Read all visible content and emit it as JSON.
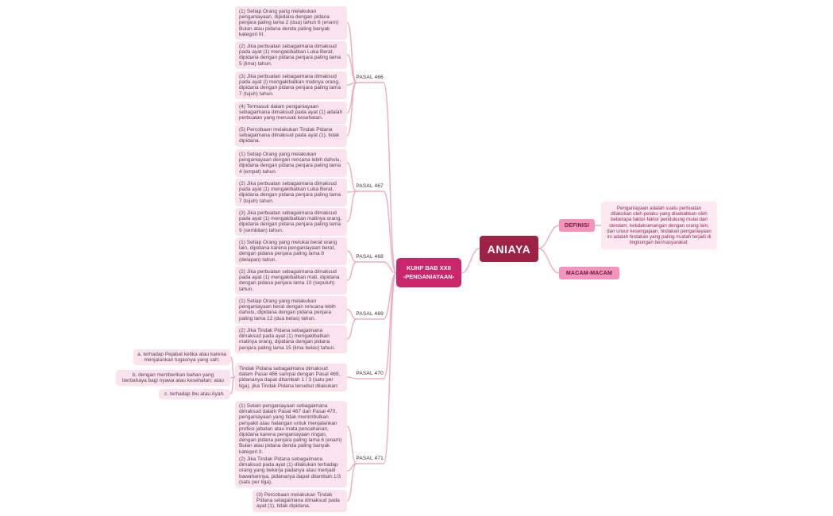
{
  "colors": {
    "root_bg": "#9e2146",
    "branch_bg": "#c9266b",
    "pink_label_bg": "#f493bb",
    "content_box_bg": "#fbe3ee",
    "content_text": "#59414a",
    "connector_line": "#efaac4"
  },
  "root": {
    "label": "ANIAYA"
  },
  "branch": {
    "line1": "KUHP BAB XXII",
    "line2": "-PENGANIAYAAN-"
  },
  "definisi": {
    "label": "DEFINISI",
    "text": "Penganiayaan adalah suatu perbuatan dilakukan oleh pelaku yang disebabkan oleh beberapa faktor-faktor pendukung mulai dari dendam, ketidaksenangan dengan orang lain, dan unsur kesengajaan, tindakan penganiayaan ini adalah tindakan yang paling mudah terjadi di lingkungan bermasyarakat."
  },
  "macam": {
    "label": "MACAM-MACAM"
  },
  "pasal466": {
    "label": "PASAL 466",
    "items": [
      "(1) Setiap Orang yang melakukan penganiayaan, dipidana dengan pidana penjara paling lama 2 (dua) tahun 6 (enam) Bulan atau pidana denda paling banyak kategori III.",
      "(2) Jika perbuatan sebagaimana dimaksud pada ayat (1) mengakibatkan Luka Berat, dipidana dengan pidana penjara paling lama 5 (lima) tahun.",
      "(3) Jika perbuatan sebagaimana dimaksud pada ayat (i) mengakibatkan matinya orang, dipidana dengan pidana penjara paling lama 7 (tujuh) tahun.",
      "(4) Termasuk dalam penganiayaan sebagaimana dimaksud pada ayat (1) adalah perbuatan yang merusak kesehatan.",
      "(5) Percobaan melakukan Tindak Pidana sebagaimana dimaksud pada ayat (1), tidak dipidana."
    ]
  },
  "pasal467": {
    "label": "PASAL 467",
    "items": [
      "(1) Setiap Orang yang melakukan penganiayaan dengan rencana lebih dahulu, dipidana dengan pidana penjara paling lama 4 (empat) tahun.",
      "(2) Jika perbuatan sebagaimana dimaksud pada ayat (1) mengakibatkan Luka Berat, dipidana dengan pidana penjara paling lama 7 (tujuh) tahun.",
      "(3) Jika perbuatan sebagaimana dimaksud pada ayat (1) mengakibatkan matinya orang, dipidana dengan pidana penjara paling lama 9 (sembilan) tahun."
    ]
  },
  "pasal468": {
    "label": "PASAL 468",
    "items": [
      "(1) Setiap Orang yang melukai berat orang lain, dipidana karena penganiayaan berat, dengan pidana penjara paling lama 8 (delapan) tahun.",
      "(2) Jika perbuatan sebagaimana dimaksud pada ayat (1) mengakibatkan mati, dipidana dengan pidana penjara lama 10 (sepuluh) tahun."
    ]
  },
  "pasal469": {
    "label": "PASAL 469",
    "items": [
      "(1) Setiap Orang yang melakukan penganiayaan berat dengan rencana lebih dahulu, dipidana dengan pidana penjara paling lama 12 (dua belas) tahun.",
      "(2) Jika Tindak Pidana sebagaimana dimaksud pada ayat (1) mengakibatkan matinya orang, dipidana dengan pidana penjara paling lama 15 (lima belas) tahun."
    ]
  },
  "pasal470": {
    "label": "PASAL 470",
    "main": "Tindak Pidana sebagaimana dimaksud dalam Pasal 466 sampai dengan Pasal 469, pidananya dapat ditambah 1 / 3 (satu per tiga), jika Tindak Pidana tersebut dilakukan:",
    "subs": [
      "a. terhadap Pejabat ketika atau karena menjalankan tugasnya yang sah;",
      "b. dengan memberikan bahan yang berbahaya bagi nyawa atau kesehatan; atau",
      "c. terhadap Ibu atau Ayah."
    ]
  },
  "pasal471": {
    "label": "PASAL 471",
    "items": [
      "(1) Selain penganiayaan sebagaimana dimaksud dalam Pasal 467 dan Pasal 470, penganiayaan yang tidak menimbulkan penyakit atau halangan untuk menjalankan profesi jabatan atau mata pencaharian, dipidana karena penganiayaan ringan, dengan pidana penjara paling lama 6 (enam) Bulan atau pidana denda paling banyak kategori II.",
      "(2) Jika Tindak Pidana sebagaimana dimaksud pada ayat (1) dilakukan terhadap orang yang bekerja padanya atau menjadi bawahannya, pidananya dapat ditambah 1/3 (satu per tiga).",
      "(3) Percobaan melakukan Tindak Pidana selagaimana dimaksud pada ayat (1), tidak dipidana."
    ]
  }
}
